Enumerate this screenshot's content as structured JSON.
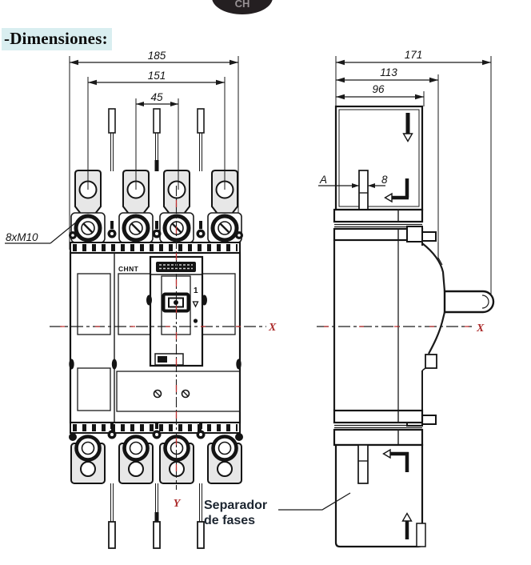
{
  "heading": {
    "text": "-Dimensiones:",
    "highlight_color": "#d9eef0"
  },
  "logo": {
    "text": "CH",
    "color": "#241f21"
  },
  "front_view": {
    "dim_width_overall": "185",
    "dim_terminal_span": "151",
    "dim_center_span": "45",
    "thread_label": "8xM10",
    "brand": "CHNT",
    "on_indicator": "1",
    "axis_x_label": "X",
    "axis_y_label": "Y"
  },
  "side_view": {
    "dim_depth_overall": "171",
    "dim_depth_mid": "113",
    "dim_depth_body": "96",
    "dim_a_label": "A",
    "dim_separator_thickness": "8",
    "axis_x_label": "X"
  },
  "callout": {
    "line1": "Separador",
    "line2": "de fases"
  },
  "colors": {
    "accent_red": "#c03030",
    "line": "#1a1a1a",
    "metal_gray": "#e7e7e7",
    "highlight": "#d9eef0"
  }
}
